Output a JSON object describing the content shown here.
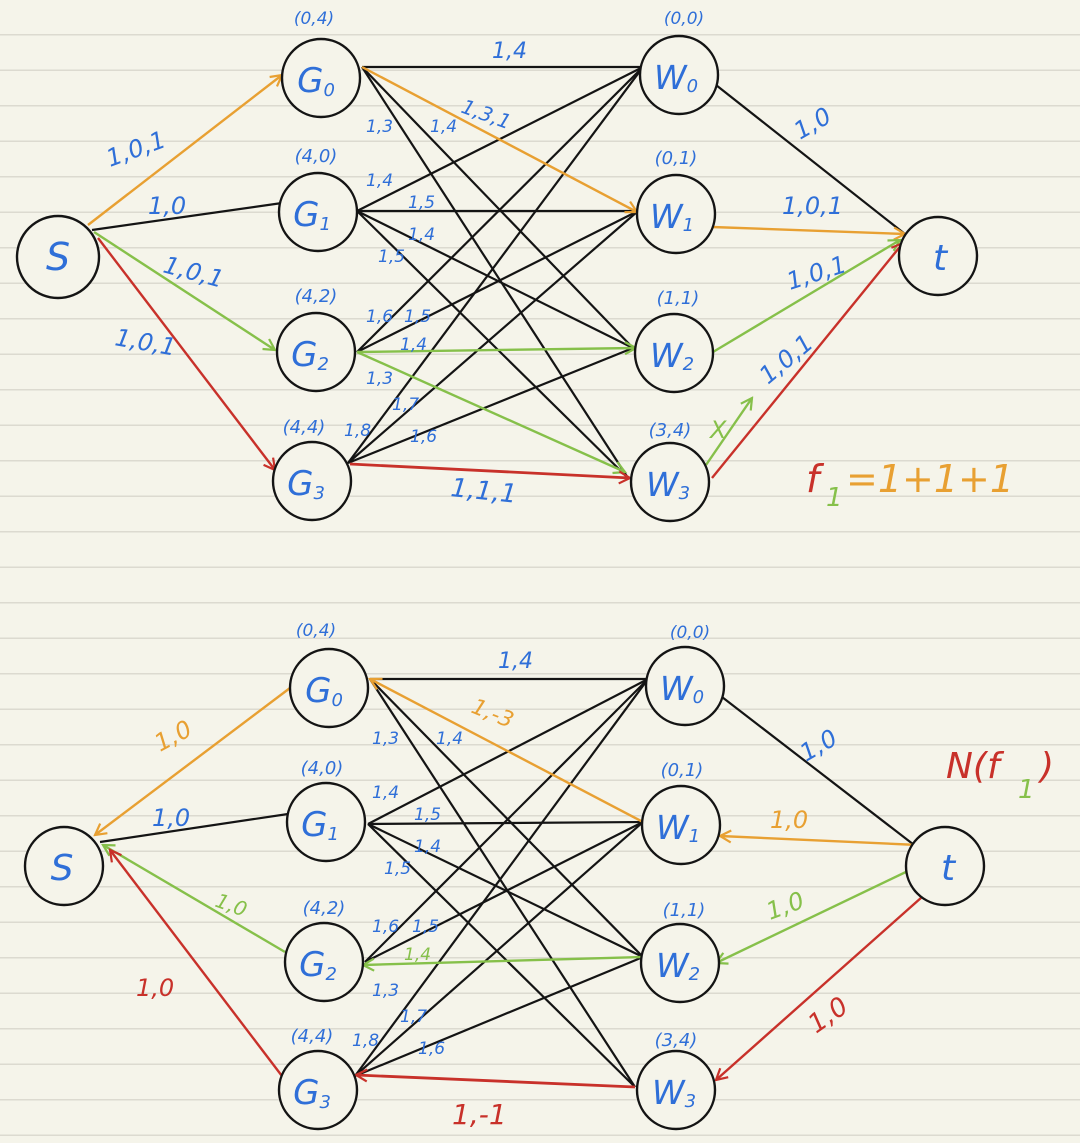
{
  "colors": {
    "black": "#141414",
    "blue": "#2f6fd8",
    "orange": "#e8a032",
    "green": "#86c04a",
    "red": "#c8312a"
  },
  "graphs": [
    {
      "id": "top",
      "title": "",
      "sub": "",
      "node_labels": [
        {
          "n": "S",
          "sub": ""
        },
        {
          "n": "G",
          "sub": "0",
          "coord": "(0,4)"
        },
        {
          "n": "G",
          "sub": "1",
          "coord": "(4,0)"
        },
        {
          "n": "G",
          "sub": "2",
          "coord": "(4,2)"
        },
        {
          "n": "G",
          "sub": "3",
          "coord": "(4,4)"
        },
        {
          "n": "W",
          "sub": "0",
          "coord": "(0,0)"
        },
        {
          "n": "W",
          "sub": "1",
          "coord": "(0,1)"
        },
        {
          "n": "W",
          "sub": "2",
          "coord": "(1,1)"
        },
        {
          "n": "W",
          "sub": "3",
          "coord": "(3,4)"
        },
        {
          "n": "t",
          "sub": ""
        }
      ],
      "edge_labels": {
        "s_g0": "1,0,1",
        "s_g1": "1,0",
        "s_g2": "1,0,1",
        "s_g3": "1,0,1",
        "g0_w0": "1,4",
        "g0_w1": "1,3,1",
        "w0_t": "1,0",
        "w1_t": "1,0,1",
        "w2_t": "1,0,1",
        "w3_t": "1,0,1",
        "g3_w3": "1,1,1",
        "w3_cross": "X",
        "g0_a": "1,3",
        "g0_b": "1,4",
        "g1_a": "1,4",
        "g1_b": "1,5",
        "g1_c": "1,4",
        "g1_d": "1,5",
        "g2_a": "1,6",
        "g2_b": "1,5",
        "g2_c": "1,4",
        "g2_d": "1,3",
        "g3_a": "1,8",
        "g3_b": "1,7",
        "g3_c": "1,6"
      },
      "annotation": {
        "f": "f",
        "sub": "1",
        "eq": "=1+1+1"
      }
    },
    {
      "id": "bottom",
      "node_labels": [
        {
          "n": "S",
          "sub": ""
        },
        {
          "n": "G",
          "sub": "0",
          "coord": "(0,4)"
        },
        {
          "n": "G",
          "sub": "1",
          "coord": "(4,0)"
        },
        {
          "n": "G",
          "sub": "2",
          "coord": "(4,2)"
        },
        {
          "n": "G",
          "sub": "3",
          "coord": "(4,4)"
        },
        {
          "n": "W",
          "sub": "0",
          "coord": "(0,0)"
        },
        {
          "n": "W",
          "sub": "1",
          "coord": "(0,1)"
        },
        {
          "n": "W",
          "sub": "2",
          "coord": "(1,1)"
        },
        {
          "n": "W",
          "sub": "3",
          "coord": "(3,4)"
        },
        {
          "n": "t",
          "sub": ""
        }
      ],
      "edge_labels": {
        "g0_s": "1,0",
        "g1_s": "1,0",
        "g2_s": "1,0",
        "g3_s": "1,0",
        "g0_w0": "1,4",
        "w1_g0": "1,-3",
        "w0_t": "1,0",
        "t_w1": "1,0",
        "t_w2": "1,0",
        "t_w3": "1,0",
        "w3_g3": "1,-1",
        "g0_a": "1,3",
        "g0_b": "1,4",
        "g1_a": "1,4",
        "g1_b": "1,5",
        "g1_c": "1,4",
        "g1_d": "1,5",
        "g2_a": "1,6",
        "g2_b": "1,5",
        "g2_c": "1,4",
        "g2_d": "1,3",
        "g3_a": "1,8",
        "g3_b": "1,7",
        "g3_c": "1,6"
      },
      "annotation": {
        "n": "N(f",
        "sub": "1",
        "close": ")"
      }
    }
  ]
}
